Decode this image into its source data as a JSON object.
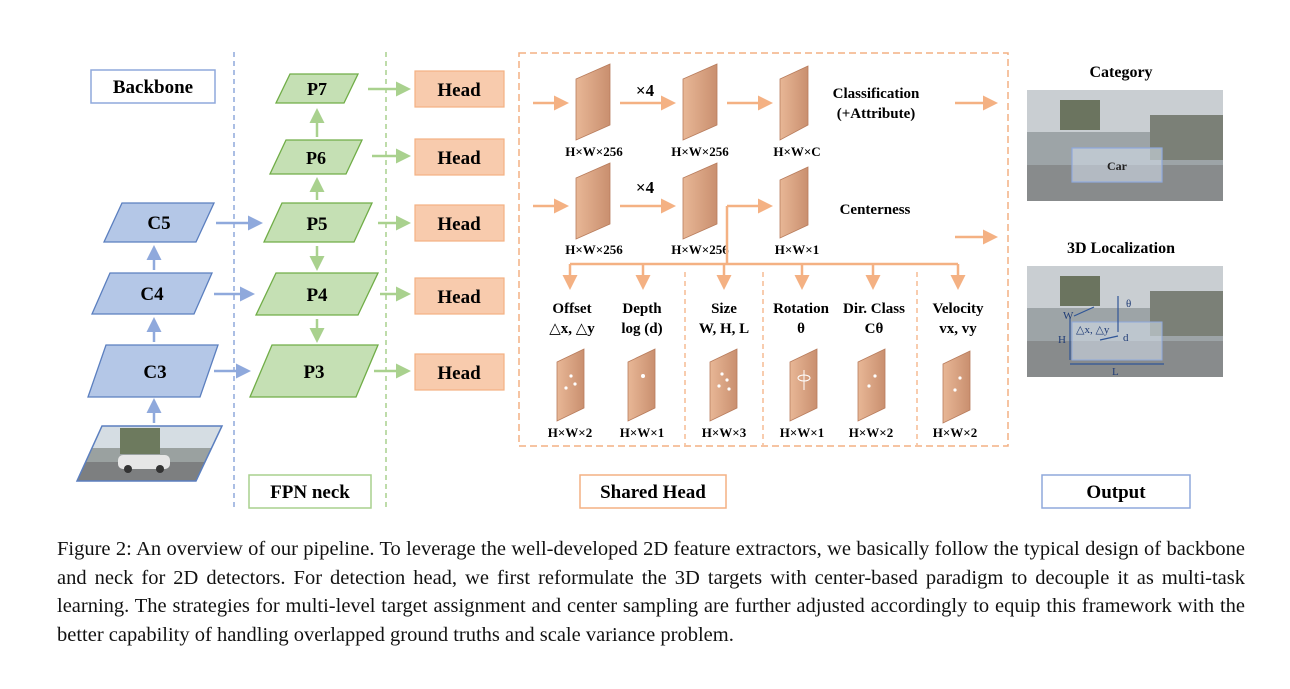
{
  "figure": {
    "labels": {
      "backbone": "Backbone",
      "fpn_neck": "FPN neck",
      "shared_head": "Shared Head",
      "output": "Output"
    },
    "backbone_levels": [
      "C5",
      "C4",
      "C3"
    ],
    "fpn_levels": [
      "P7",
      "P6",
      "P5",
      "P4",
      "P3"
    ],
    "head_label": "Head",
    "shared_head": {
      "times": "×4",
      "row1": {
        "dims": [
          "H×W×256",
          "H×W×256",
          "H×W×C"
        ],
        "output_label_1": "Classification",
        "output_label_2": "(+Attribute)"
      },
      "row2": {
        "dims": [
          "H×W×256",
          "H×W×256",
          "H×W×1"
        ],
        "output_label": "Centerness"
      },
      "branches": [
        {
          "name": "Offset",
          "sub": "△x, △y",
          "dim": "H×W×2"
        },
        {
          "name": "Depth",
          "sub": "log (d)",
          "dim": "H×W×1"
        },
        {
          "name": "Size",
          "sub": "W, H, L",
          "dim": "H×W×3"
        },
        {
          "name": "Rotation",
          "sub": "θ",
          "dim": "H×W×1"
        },
        {
          "name": "Dir. Class",
          "sub": "Cθ",
          "dim": "H×W×2"
        },
        {
          "name": "Velocity",
          "sub": "vx, vy",
          "dim": "H×W×2"
        }
      ]
    },
    "outputs": {
      "category": "Category",
      "car_label": "Car",
      "localization": "3D Localization",
      "loc_labels": {
        "w": "W",
        "h": "H",
        "l": "L",
        "d": "d",
        "offset": "△x, △y",
        "theta": "θ"
      }
    },
    "colors": {
      "blue": "#b4c7e7",
      "blue_stroke": "#5b7fbf",
      "green": "#c5e0b4",
      "green_stroke": "#70ad47",
      "orange": "#f8cbad",
      "orange_stroke": "#f4b183",
      "slab": "#c98f6f"
    }
  },
  "caption": "Figure 2: An overview of our pipeline. To leverage the well-developed 2D feature extractors, we basically follow the typical design of backbone and neck for 2D detectors. For detection head, we first reformulate the 3D targets with center-based paradigm to decouple it as multi-task learning. The strategies for multi-level target assignment and center sampling are further adjusted accordingly to equip this framework with the better capability of handling overlapped ground truths and scale variance problem."
}
